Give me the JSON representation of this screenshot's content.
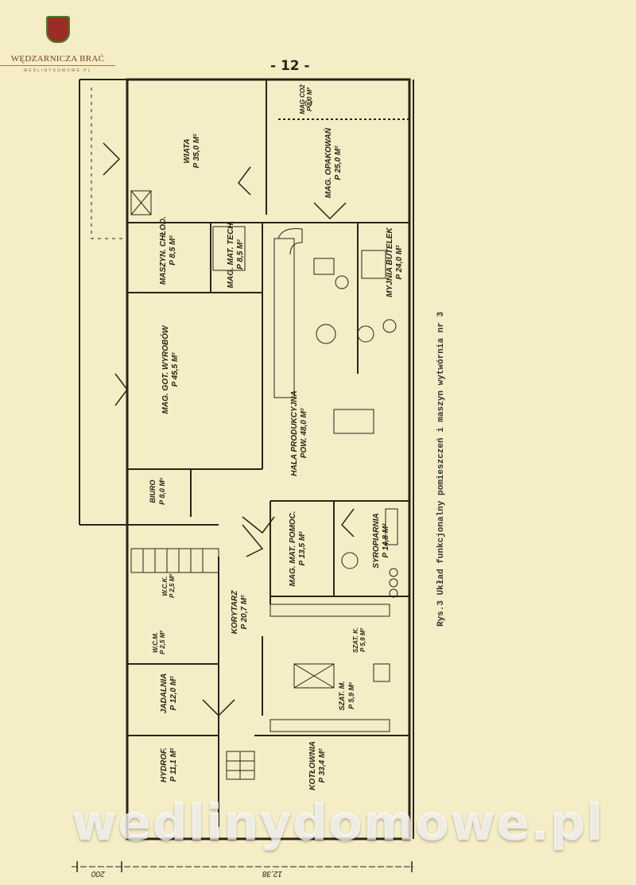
{
  "logo": {
    "name": "WĘDZARNICZA BRAĆ",
    "url": "WEDLINYDOMOWE.PL"
  },
  "page_number": "- 12 -",
  "caption": "Rys.3  Układ funkcjonalny pomieszczeń i maszyn wytwórnia nr 3",
  "rooms": [
    {
      "name": "WIATA",
      "area": "P 35,0 M²"
    },
    {
      "name": "MAG. OPAKOWAŃ",
      "area": "P 25,0 M²"
    },
    {
      "name": "MAG CO2",
      "area": "P 8,0 M²"
    },
    {
      "name": "MASZYN. CHŁOD.",
      "area": "P 8,5 M²"
    },
    {
      "name": "MAG. MAT. TECH.",
      "area": "P 8,5 M²"
    },
    {
      "name": "MYJNIA BUTELEK",
      "area": "P 24,0 M²"
    },
    {
      "name": "MAG. GOT. WYROBÓW",
      "area": "P 45,5 M²"
    },
    {
      "name": "HALA PRODUKCYJNA",
      "area": "POW. 48,0 M²"
    },
    {
      "name": "BIURO",
      "area": "P 8,0 M²"
    },
    {
      "name": "MAG. MAT. POMOC.",
      "area": "P 13,5 M²"
    },
    {
      "name": "SYROPIARNIA",
      "area": "P 14,8 M²"
    },
    {
      "name": "W.C.K.",
      "area": "P 2,5 M²"
    },
    {
      "name": "W.C.M.",
      "area": "P 2,5 M²"
    },
    {
      "name": "KORYTARZ",
      "area": "P 20,7 M²"
    },
    {
      "name": "SZAT. K.",
      "area": "P 5,9 M²"
    },
    {
      "name": "SZAT. M.",
      "area": "P 5,9 M²"
    },
    {
      "name": "JADALNIA",
      "area": "P 12,0 M²"
    },
    {
      "name": "HYDROF.",
      "area": "P 11,1 M²"
    },
    {
      "name": "KOTŁOWNIA",
      "area": "P 33,4 M²"
    }
  ],
  "dimensions": {
    "left": "200",
    "main": "12,38"
  },
  "watermark": "wedlinydomowe.pl"
}
